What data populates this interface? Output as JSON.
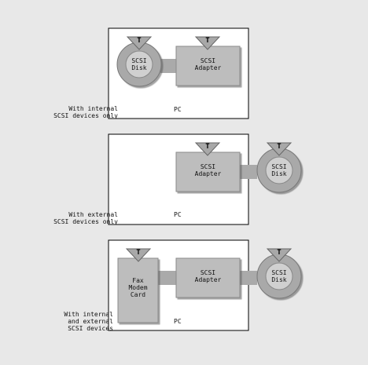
{
  "colors": {
    "background": "#e8e8e8",
    "panel": "#ffffff",
    "device": "#bdbdbd",
    "disk_ring": "#a9a9a9",
    "disk_center": "#d0d0d0",
    "connector": "#aaaaaa",
    "terminator": "#a8a8a8"
  },
  "panels": [
    {
      "caption": "With internal\nSCSI devices only",
      "pc_label": "PC",
      "terminator_label": "T",
      "disk_label": "SCSI\nDisk",
      "adapter_label": "SCSI\nAdapter"
    },
    {
      "caption": "With external\nSCSI devices only",
      "pc_label": "PC",
      "terminator_label": "T",
      "adapter_label": "SCSI\nAdapter",
      "disk_label": "SCSI\nDisk"
    },
    {
      "caption": "With internal\nand external\nSCSI devices",
      "pc_label": "PC",
      "terminator_label": "T",
      "card_label": "Fax\nModem\nCard",
      "adapter_label": "SCSI\nAdapter",
      "disk_label": "SCSI\nDisk"
    }
  ]
}
